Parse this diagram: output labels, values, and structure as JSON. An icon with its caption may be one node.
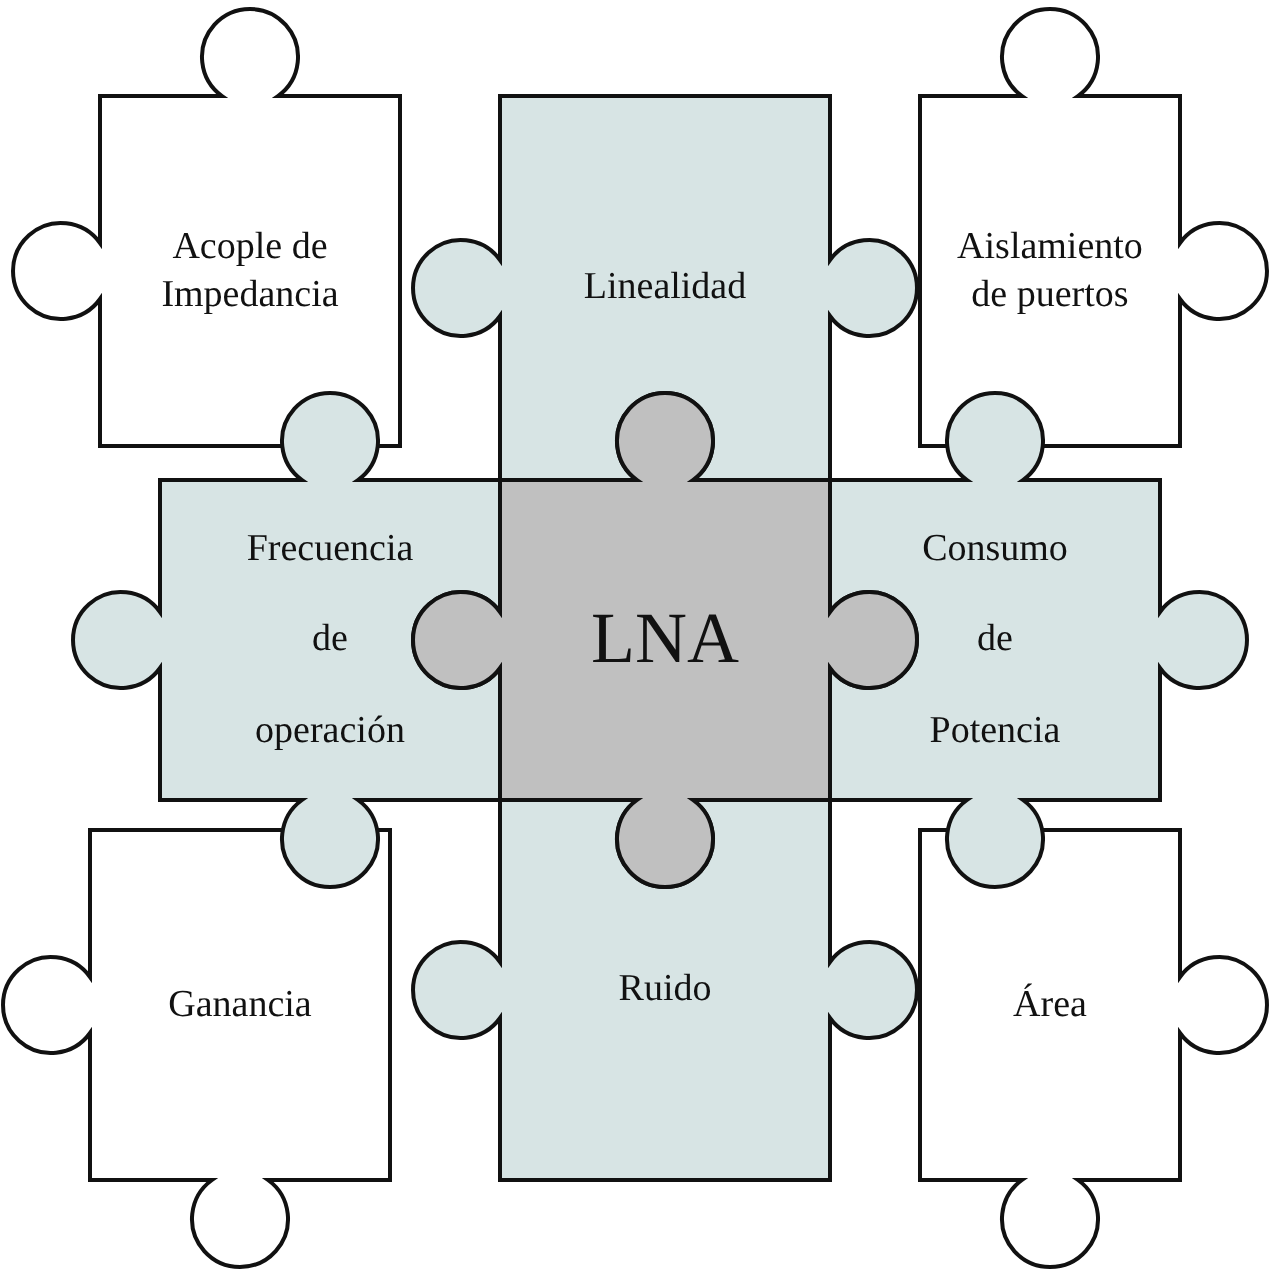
{
  "diagram": {
    "nodes": [
      {
        "text": [
          "Acople de Impedancia"
        ]
      },
      {
        "text": [
          "Linealidad"
        ]
      },
      {
        "text": [
          "Aislamiento de puertos"
        ]
      },
      {
        "text": [
          "Frecuencia de operación"
        ]
      },
      {
        "text": [
          "LNA"
        ]
      },
      {
        "text": [
          "Consumo de Potencia"
        ]
      },
      {
        "text": [
          "Ganancia"
        ]
      },
      {
        "text": [
          "Ruido"
        ]
      },
      {
        "text": [
          "Área"
        ]
      }
    ]
  }
}
